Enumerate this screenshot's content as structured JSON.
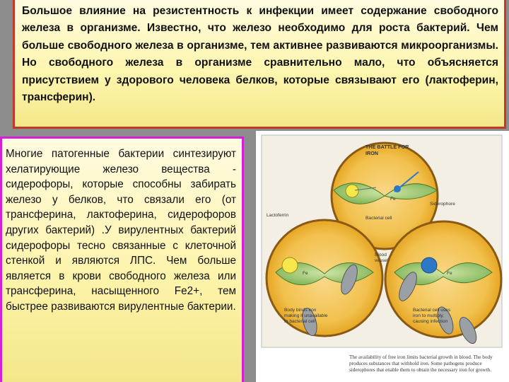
{
  "top_text": "Большое влияние на резистентность к инфекции имеет содержание свободного железа в организме. Известно, что железо необходимо для роста бактерий. Чем больше свободного железа в организме, тем активнее развиваются микроорганизмы. Но свободного железа в организме сравнительно мало, что объясняется присутствием у здорового человека белков, которые связывают его (лактоферин, трансферин).",
  "left_text": "Многие патогенные бактерии синтезируют хелатирующие железо вещества - сидерофоры, которые способны забирать железо у белков, что связали его (от трансферина, лактоферина, сидерофоров других бактерий) .У вирулентных бактерий сидерофоры тесно связанные с клеточной стенкой и являются ЛПС. Чем больше является в крови свободного железа или трансферина, насыщенного Fe2+, тем быстрее развиваются вирулентные бактерии.",
  "figure": {
    "title": "THE BATTLE FOR IRON",
    "labels": {
      "siderophore": "Siderophore",
      "lactoferrin": "Lactoferrin",
      "fe_top": "Fe",
      "bacterial_cell": "Bacterial cell",
      "blood_vessel": "Blood vessel",
      "fe_left": "Fe",
      "fe_right": "Fe",
      "body_binds": "Body binds iron making it unavailable to bacterial cell",
      "bacterial_uses": "Bacterial cell uses iron to multiply, causing infection"
    },
    "caption": "The availability of free iron limits bacterial growth in blood. The body produces substances that withhold iron. Some pathogens produce siderophores that enable them to obtain the necessary iron for growth."
  },
  "colors": {
    "top_border": "#c0392b",
    "left_border": "#d61fd6",
    "background": "#8c8c8c"
  }
}
